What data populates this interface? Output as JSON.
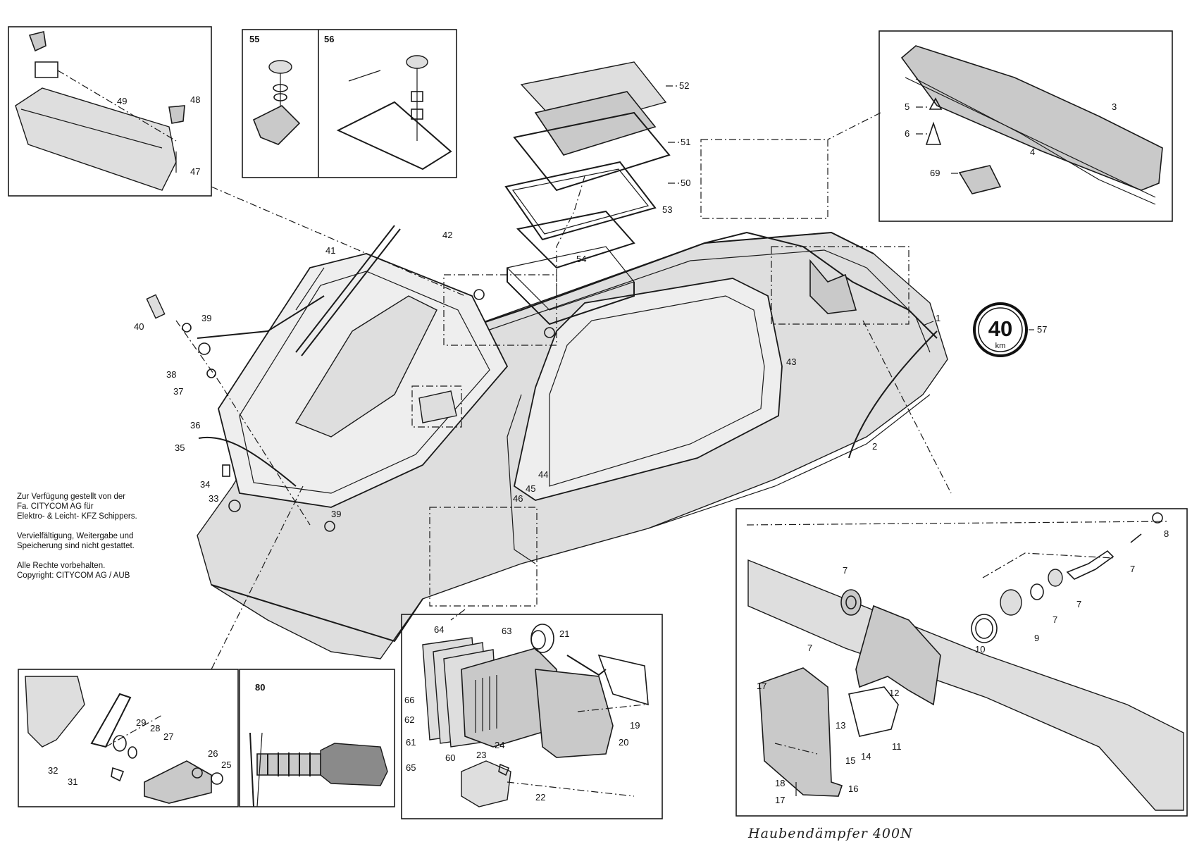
{
  "part_labels": {
    "p1": "1",
    "p2": "2",
    "p3": "3",
    "p4": "4",
    "p5": "5",
    "p6": "6",
    "p7": "7",
    "p8": "8",
    "p9": "9",
    "p10": "10",
    "p11": "11",
    "p12": "12",
    "p13": "13",
    "p14": "14",
    "p15": "15",
    "p16": "16",
    "p17": "17",
    "p18": "18",
    "p19": "19",
    "p20": "20",
    "p21": "21",
    "p22": "22",
    "p23": "23",
    "p24": "24",
    "p25": "25",
    "p26": "26",
    "p27": "27",
    "p28": "28",
    "p29": "29",
    "p31": "31",
    "p32": "32",
    "p33": "33",
    "p34": "34",
    "p35": "35",
    "p36": "36",
    "p37": "37",
    "p38": "38",
    "p39": "39",
    "p40": "40",
    "p41": "41",
    "p42": "42",
    "p43": "43",
    "p44": "44",
    "p45": "45",
    "p46": "46",
    "p47": "47",
    "p48": "48",
    "p49": "49",
    "p50": "50",
    "p51": "51",
    "p52": "52",
    "p53": "53",
    "p54": "54",
    "p57": "57",
    "p60": "60",
    "p61": "61",
    "p62": "62",
    "p63": "63",
    "p64": "64",
    "p65": "65",
    "p66": "66",
    "p69": "69"
  },
  "inset_titles": {
    "box55": "55",
    "box56": "56",
    "box80": "80"
  },
  "speed_sign": {
    "value": "40",
    "unit": "km"
  },
  "notice": {
    "provided": [
      "Zur Verfügung gestellt von der",
      "Fa. CITYCOM AG für",
      "Elektro- & Leicht- KFZ Schippers."
    ],
    "restriction": [
      "Vervielfältigung, Weitergabe und",
      "Speicherung sind nicht gestattet."
    ],
    "rights": [
      "Alle Rechte vorbehalten.",
      "Copyright: CITYCOM AG / AUB"
    ]
  },
  "handwritten_note": "Haubendämpfer 400N"
}
